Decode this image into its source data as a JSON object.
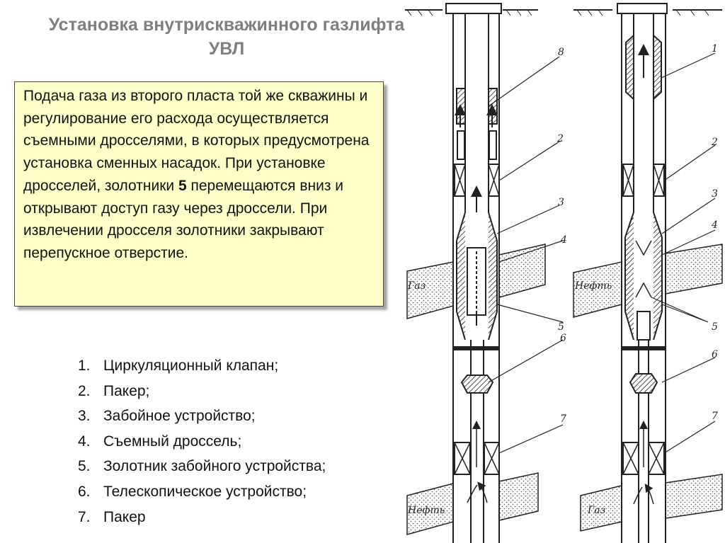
{
  "title": {
    "line1": "Установка внутрискважинного газлифта",
    "line2": "УВЛ"
  },
  "description": {
    "before": "Подача газа из второго пласта той же скважины и регулирование его расхода осуществляется съемными дросселями, в которых предусмотрена установка сменных насадок. При установке дросселей, золотники ",
    "bold": "5",
    "after": " перемещаются вниз и открывают доступ газу через дроссели. При извлечении дросселя золотники закрывают перепускное отверстие."
  },
  "components": [
    {
      "num": "1.",
      "label": "Циркуляционный клапан;"
    },
    {
      "num": "2.",
      "label": "Пакер;"
    },
    {
      "num": "3.",
      "label": "Забойное устройство;"
    },
    {
      "num": "4.",
      "label": "Съемный дроссель;"
    },
    {
      "num": "5.",
      "label": "Золотник забойного устройства;"
    },
    {
      "num": "6.",
      "label": "Телескопическое устройство;"
    },
    {
      "num": "7.",
      "label": "Пакер"
    }
  ],
  "diagram": {
    "left": {
      "upper_layer": "Газ",
      "lower_layer": "Нефть",
      "callouts": [
        "8",
        "2",
        "3",
        "4",
        "5",
        "6",
        "7"
      ]
    },
    "right": {
      "upper_layer": "Нефть",
      "lower_layer": "Газ",
      "callouts": [
        "1",
        "2",
        "3",
        "4",
        "5",
        "6",
        "7"
      ]
    }
  },
  "colors": {
    "title": "#7f7f7f",
    "textbox_bg": "#ffffc8",
    "ink": "#222222"
  }
}
